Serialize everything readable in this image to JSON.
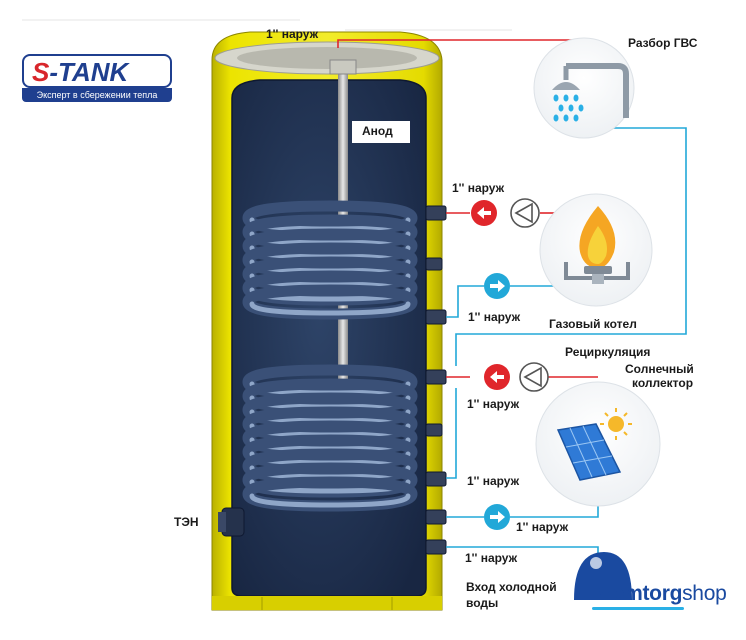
{
  "logo": {
    "brand_prefix": "S",
    "brand_suffix": "-TANK",
    "tagline": "Эксперт в сбережении тепла"
  },
  "labels": {
    "top_fitting": "1'' наруж",
    "anode": "Анод",
    "dhw_outlet": "Разбор ГВС",
    "boiler_supply_fitting": "1'' наруж",
    "boiler_return_fitting": "1'' наруж",
    "gas_boiler": "Газовый котел",
    "recirculation": "Рециркуляция",
    "solar_collector_line1": "Солнечный",
    "solar_collector_line2": "коллектор",
    "solar_supply_fitting": "1'' наруж",
    "solar_return_fitting_a": "1'' наруж",
    "solar_return_fitting_b": "1'' наруж",
    "heater": "ТЭН",
    "cold_inlet_fitting": "1'' наруж",
    "cold_inlet_line1": "Вход холодной",
    "cold_inlet_line2": "воды"
  },
  "watermark": {
    "part1": "Promtorg",
    "part2": "shop"
  },
  "colors": {
    "tank_shell": "#e9e000",
    "tank_inner": "#1e2f4f",
    "hot_line": "#e0262b",
    "cold_line": "#22a8d8",
    "logo_blue": "#1f3f8f",
    "logo_red": "#d8262b"
  },
  "icons": {
    "shower": "shower-icon",
    "gas_flame": "gas-burner-icon",
    "solar_panel": "solar-panel-icon",
    "pump": "pump-icon",
    "arrow_hot": "arrow-left-icon",
    "arrow_cold": "arrow-right-icon"
  }
}
